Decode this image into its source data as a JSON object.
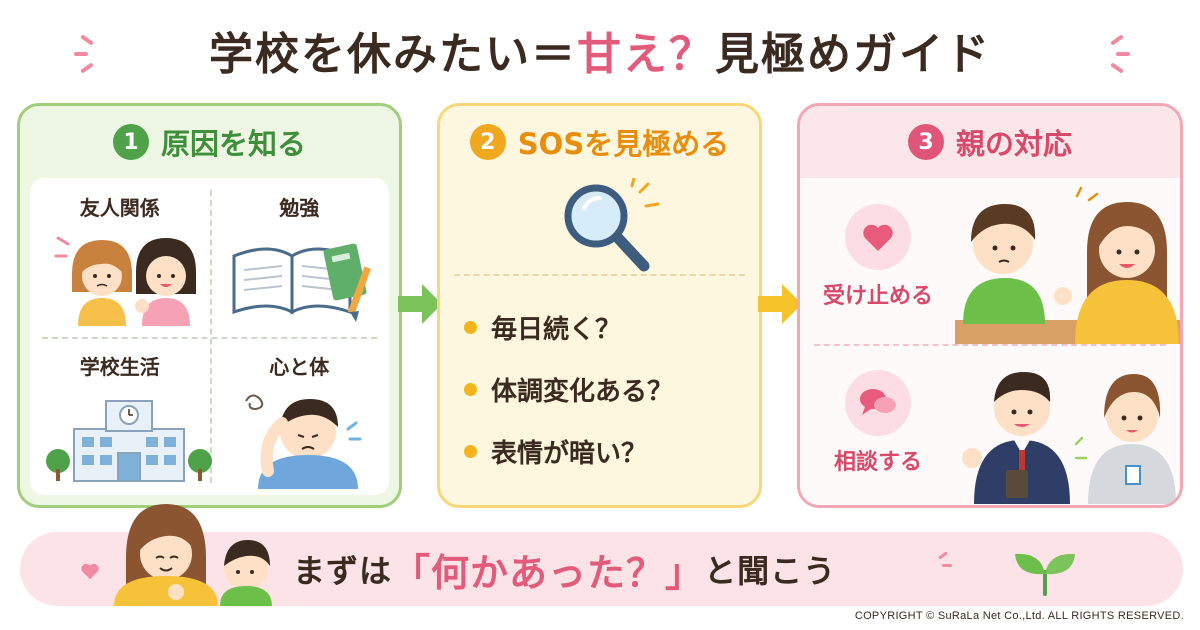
{
  "title": {
    "main": "学校を休みたい＝",
    "accent": "甘え？",
    "tail": "見極めガイド"
  },
  "panels": [
    {
      "number": "1",
      "title": "原因を知る",
      "cells": [
        "友人関係",
        "勉強",
        "学校生活",
        "心と体"
      ]
    },
    {
      "number": "2",
      "title": "SOSを見極める",
      "bullets": [
        "毎日続く？",
        "体調変化ある？",
        "表情が暗い？"
      ]
    },
    {
      "number": "3",
      "title": "親の対応",
      "items": [
        {
          "label": "受け止める",
          "icon": "heart-icon"
        },
        {
          "label": "相談する",
          "icon": "speech-bubbles-icon"
        }
      ]
    }
  ],
  "banner": {
    "before": "まずは",
    "open_bracket": "「",
    "highlight": "何かあった？",
    "close_bracket": "」",
    "after": "と聞こう"
  },
  "copyright": "COPYRIGHT © SuRaLa Net Co.,Ltd. ALL RIGHTS RESERVED.",
  "colors": {
    "accent": "#e25b7b",
    "green": "#9fcf7c",
    "yellow": "#f6d77a",
    "pink": "#f1a7b6",
    "text": "#3b2a1f"
  }
}
